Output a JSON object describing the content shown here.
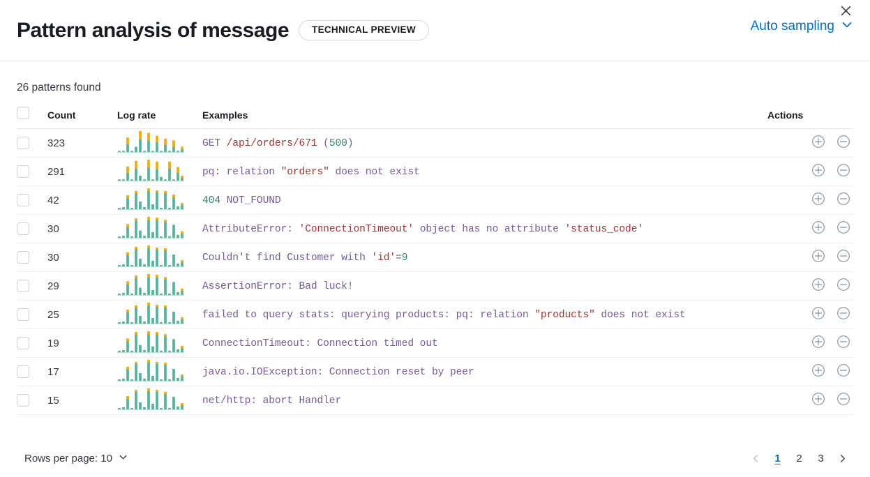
{
  "header": {
    "title": "Pattern analysis of message",
    "badge": "TECHNICAL PREVIEW",
    "sampling_label": "Auto sampling",
    "chevron_icon": "chevron-down-icon",
    "close_icon": "close-icon"
  },
  "summary": {
    "patterns_found": "26 patterns found"
  },
  "table": {
    "columns": {
      "select": "",
      "count": "Count",
      "log_rate": "Log rate",
      "examples": "Examples",
      "actions": "Actions"
    },
    "rows": [
      {
        "count": "323",
        "example": "GET /api/orders/671 (500)",
        "tokens": [
          {
            "t": "GET ",
            "c": "pur"
          },
          {
            "t": "/api/orders/671",
            "c": "red"
          },
          {
            "t": " (",
            "c": "pur"
          },
          {
            "t": "500",
            "c": "green"
          },
          {
            "t": ")",
            "c": "pur"
          }
        ],
        "add_icon": "plus-circle-icon",
        "remove_icon": "minus-circle-icon"
      },
      {
        "count": "291",
        "example": "pq: relation \"orders\" does not exist",
        "tokens": [
          {
            "t": "pq: relation ",
            "c": "pur"
          },
          {
            "t": "\"orders\"",
            "c": "red"
          },
          {
            "t": " does not exist",
            "c": "pur"
          }
        ],
        "add_icon": "plus-circle-icon",
        "remove_icon": "minus-circle-icon"
      },
      {
        "count": "42",
        "example": "404 NOT_FOUND",
        "tokens": [
          {
            "t": "404",
            "c": "green"
          },
          {
            "t": " NOT_FOUND",
            "c": "pur"
          }
        ],
        "add_icon": "plus-circle-icon",
        "remove_icon": "minus-circle-icon"
      },
      {
        "count": "30",
        "example": "AttributeError: 'ConnectionTimeout' object has no attribute 'status_code'",
        "tokens": [
          {
            "t": "AttributeError: ",
            "c": "pur"
          },
          {
            "t": "'ConnectionTimeout'",
            "c": "red"
          },
          {
            "t": " object has no attribute ",
            "c": "pur"
          },
          {
            "t": "'status_code'",
            "c": "red"
          }
        ],
        "add_icon": "plus-circle-icon",
        "remove_icon": "minus-circle-icon"
      },
      {
        "count": "30",
        "example": "Couldn't find Customer with 'id'=9",
        "tokens": [
          {
            "t": "Couldn't find Customer with ",
            "c": "pur"
          },
          {
            "t": "'id'",
            "c": "red"
          },
          {
            "t": "=",
            "c": "pur"
          },
          {
            "t": "9",
            "c": "green"
          }
        ],
        "add_icon": "plus-circle-icon",
        "remove_icon": "minus-circle-icon"
      },
      {
        "count": "29",
        "example": "AssertionError: Bad luck!",
        "tokens": [
          {
            "t": "AssertionError: Bad luck!",
            "c": "pur"
          }
        ],
        "add_icon": "plus-circle-icon",
        "remove_icon": "minus-circle-icon"
      },
      {
        "count": "25",
        "example": "failed to query stats: querying products: pq: relation \"products\" does not exist",
        "tokens": [
          {
            "t": "failed to query stats: querying products: pq: relation ",
            "c": "pur"
          },
          {
            "t": "\"products\"",
            "c": "red"
          },
          {
            "t": " does not exist",
            "c": "pur"
          }
        ],
        "add_icon": "plus-circle-icon",
        "remove_icon": "minus-circle-icon"
      },
      {
        "count": "19",
        "example": "ConnectionTimeout: Connection timed out",
        "tokens": [
          {
            "t": "ConnectionTimeout: Connection timed out",
            "c": "pur"
          }
        ],
        "add_icon": "plus-circle-icon",
        "remove_icon": "minus-circle-icon"
      },
      {
        "count": "17",
        "example": "java.io.IOException: Connection reset by peer",
        "tokens": [
          {
            "t": "java.io.IOException: Connection reset by peer",
            "c": "pur"
          }
        ],
        "add_icon": "plus-circle-icon",
        "remove_icon": "minus-circle-icon"
      },
      {
        "count": "15",
        "example": "net/http: abort Handler",
        "tokens": [
          {
            "t": "net/http: abort Handler",
            "c": "pur"
          }
        ],
        "add_icon": "plus-circle-icon",
        "remove_icon": "minus-circle-icon"
      }
    ]
  },
  "footer": {
    "rows_per_page_label": "Rows per page: 10",
    "rows_chevron_icon": "chevron-down-icon",
    "prev_icon": "chevron-left-icon",
    "next_icon": "chevron-right-icon",
    "pages": [
      "1",
      "2",
      "3"
    ],
    "active_page": "1"
  },
  "colors": {
    "accent_blue": "#0071c2",
    "bar_teal": "#54b399",
    "bar_orange": "#fca700",
    "token_red": "#9e3533",
    "token_green": "#35806b",
    "token_purple": "#765b96",
    "border": "#e3e6ed"
  },
  "chart_data": [
    {
      "type": "bar",
      "label": "log-rate-sparkline-row-1",
      "teal": [
        2,
        2,
        14,
        2,
        9,
        22,
        2,
        20,
        2,
        17,
        2,
        13,
        2,
        9,
        2,
        5
      ],
      "orange": [
        0,
        0,
        11,
        0,
        0,
        14,
        0,
        13,
        0,
        11,
        0,
        10,
        0,
        11,
        0,
        4
      ]
    },
    {
      "type": "bar",
      "label": "log-rate-sparkline-row-2",
      "teal": [
        2,
        2,
        13,
        2,
        20,
        8,
        2,
        21,
        2,
        19,
        6,
        2,
        20,
        2,
        13,
        5
      ],
      "orange": [
        0,
        0,
        10,
        0,
        12,
        0,
        0,
        13,
        0,
        12,
        0,
        0,
        11,
        0,
        9,
        3
      ]
    },
    {
      "type": "bar",
      "label": "log-rate-sparkline-row-3",
      "teal": [
        2,
        3,
        16,
        2,
        23,
        11,
        3,
        26,
        7,
        24,
        2,
        23,
        2,
        17,
        4,
        6
      ],
      "orange": [
        0,
        0,
        4,
        0,
        3,
        0,
        0,
        4,
        0,
        3,
        0,
        3,
        0,
        4,
        0,
        3
      ]
    },
    {
      "type": "bar",
      "label": "log-rate-sparkline-row-4",
      "teal": [
        2,
        3,
        15,
        2,
        24,
        10,
        3,
        25,
        8,
        25,
        2,
        22,
        2,
        18,
        4,
        6
      ],
      "orange": [
        0,
        0,
        4,
        0,
        3,
        0,
        0,
        4,
        0,
        3,
        0,
        3,
        0,
        0,
        0,
        3
      ]
    },
    {
      "type": "bar",
      "label": "log-rate-sparkline-row-5",
      "teal": [
        2,
        3,
        16,
        2,
        25,
        11,
        3,
        26,
        8,
        24,
        2,
        23,
        2,
        17,
        4,
        6
      ],
      "orange": [
        0,
        0,
        4,
        0,
        3,
        0,
        0,
        4,
        0,
        3,
        0,
        3,
        0,
        0,
        0,
        3
      ]
    },
    {
      "type": "bar",
      "label": "log-rate-sparkline-row-6",
      "teal": [
        2,
        3,
        15,
        2,
        24,
        10,
        3,
        25,
        7,
        25,
        2,
        22,
        2,
        18,
        4,
        6
      ],
      "orange": [
        0,
        0,
        4,
        0,
        3,
        0,
        0,
        4,
        0,
        3,
        0,
        3,
        0,
        0,
        0,
        3
      ]
    },
    {
      "type": "bar",
      "label": "log-rate-sparkline-row-7",
      "teal": [
        2,
        3,
        16,
        2,
        23,
        11,
        3,
        26,
        8,
        24,
        2,
        23,
        2,
        17,
        4,
        6
      ],
      "orange": [
        0,
        0,
        4,
        0,
        3,
        0,
        0,
        4,
        0,
        3,
        0,
        3,
        0,
        0,
        0,
        3
      ]
    },
    {
      "type": "bar",
      "label": "log-rate-sparkline-row-8",
      "teal": [
        2,
        3,
        15,
        2,
        25,
        10,
        3,
        25,
        8,
        25,
        2,
        22,
        2,
        18,
        4,
        6
      ],
      "orange": [
        0,
        0,
        4,
        0,
        3,
        0,
        0,
        4,
        0,
        3,
        0,
        3,
        0,
        0,
        0,
        3
      ]
    },
    {
      "type": "bar",
      "label": "log-rate-sparkline-row-9",
      "teal": [
        2,
        3,
        16,
        2,
        24,
        11,
        3,
        26,
        7,
        24,
        2,
        23,
        2,
        17,
        4,
        6
      ],
      "orange": [
        0,
        0,
        4,
        0,
        3,
        0,
        0,
        4,
        0,
        3,
        0,
        3,
        0,
        0,
        0,
        3
      ]
    },
    {
      "type": "bar",
      "label": "log-rate-sparkline-row-10",
      "teal": [
        2,
        3,
        15,
        2,
        25,
        10,
        3,
        26,
        8,
        25,
        2,
        22,
        2,
        18,
        4,
        6
      ],
      "orange": [
        0,
        0,
        4,
        0,
        3,
        0,
        0,
        4,
        0,
        3,
        0,
        3,
        0,
        0,
        0,
        3
      ]
    }
  ]
}
